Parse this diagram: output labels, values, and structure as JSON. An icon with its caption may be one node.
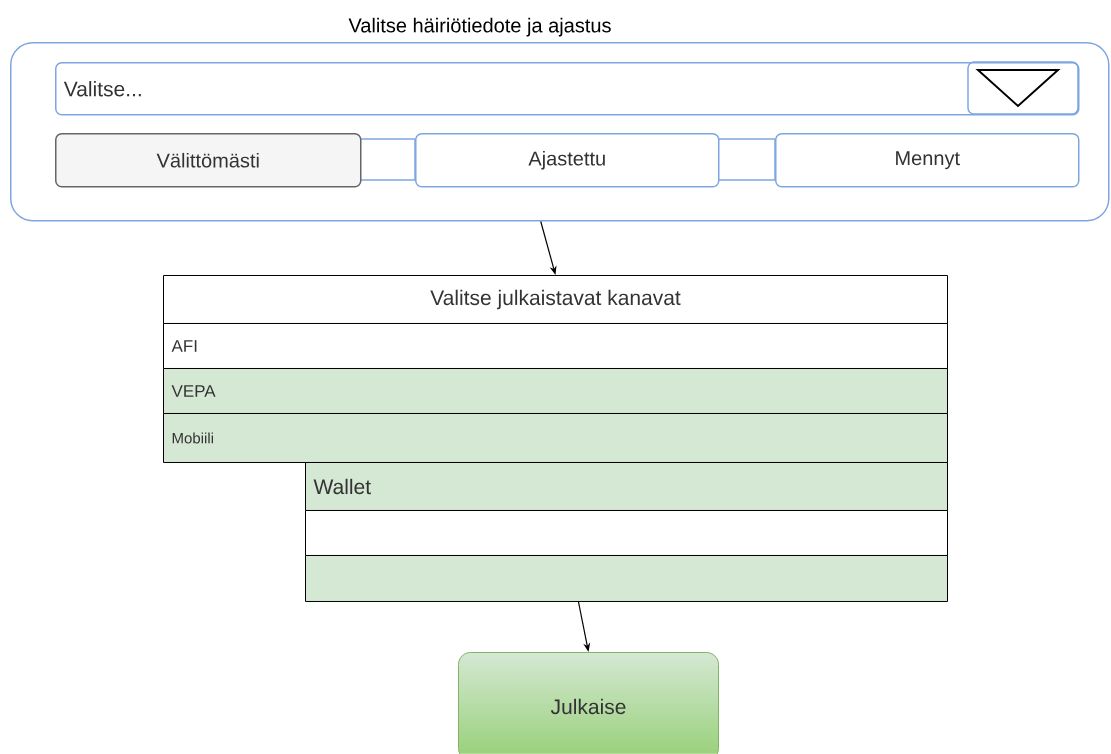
{
  "diagram": {
    "nodes": [
      {
        "text": [
          "Valitse häiriötiedote ja ajastus"
        ]
      },
      {
        "text": [
          "Valitse..."
        ],
        "in": 0
      },
      {
        "text": [
          "Välittömästi"
        ],
        "in": 0
      },
      {
        "text": [
          "Ajastettu"
        ],
        "in": 0
      },
      {
        "text": [
          "Mennyt"
        ],
        "in": 0
      },
      {
        "text": [
          "Valitse julkaistavat kanavat"
        ]
      },
      {
        "text": [
          "AFI"
        ]
      },
      {
        "text": [
          "VEPA"
        ]
      },
      {
        "text": [
          "Mobiili"
        ]
      },
      {
        "text": [
          "Wallet"
        ]
      },
      {
        "text": [],
        "shape": "box"
      },
      {
        "text": [],
        "shape": "box"
      },
      {
        "text": [
          "Julkaise"
        ]
      }
    ],
    "edges": [
      {
        "from": 0,
        "to": 5,
        "arrow": "to"
      },
      {
        "from": 11,
        "to": 12,
        "arrow": "to"
      }
    ]
  }
}
